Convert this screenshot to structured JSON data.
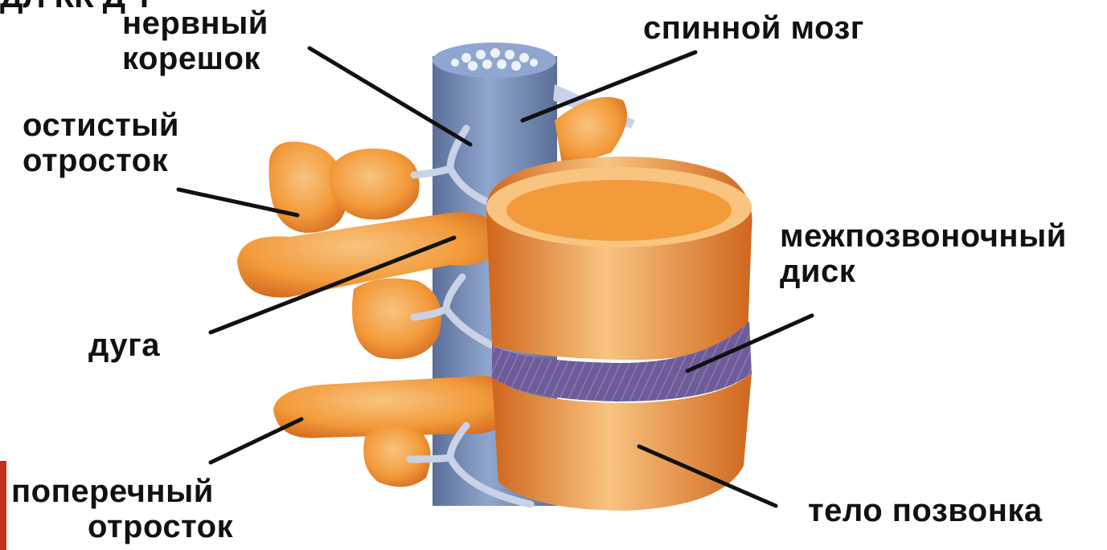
{
  "diagram": {
    "top_cut_text": "ДЛ КК Д Т",
    "labels": {
      "nerve_root": {
        "line1": "нервный",
        "line2": "корешок"
      },
      "spinal_cord": {
        "line1": "спинной мозг"
      },
      "spinous_process": {
        "line1": "остистый",
        "line2": "отросток"
      },
      "intervertebral_disc": {
        "line1": "межпозвоночный",
        "line2": "диск"
      },
      "arch": {
        "line1": "дуга"
      },
      "transverse_process": {
        "line1": "поперечный",
        "line2": "отросток"
      },
      "vertebral_body": {
        "line1": "тело позвонка"
      }
    },
    "colors": {
      "bone": "#f39a3a",
      "bone_light": "#f8c480",
      "bone_dark": "#d0661d",
      "cord": "#8fa6cf",
      "cord_dark": "#5a6f98",
      "disc": "#6e5c98",
      "nerve": "#c9d2e6",
      "accent_bar": "#c0321e",
      "line": "#111111"
    }
  }
}
